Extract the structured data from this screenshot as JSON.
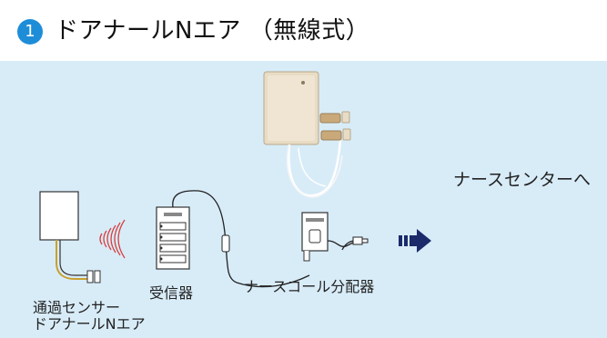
{
  "header": {
    "badge_number": "1",
    "title": "ドアナールNエア （無線式）"
  },
  "labels": {
    "sensor_line1": "通過センサー",
    "sensor_line2": "ドアナールNエア",
    "receiver": "受信器",
    "distributor": "ナースコール分配器",
    "nurse_center": "ナースセンターへ"
  },
  "colors": {
    "header_bg": "#ffffff",
    "panel_bg": "#d8ecf8",
    "badge": "#1e8dd8",
    "wave": "#d84040",
    "arrow": "#1a2a6a"
  },
  "icons": {
    "radio_waves": "radio-waves-icon",
    "arrow": "right-arrow-icon"
  }
}
